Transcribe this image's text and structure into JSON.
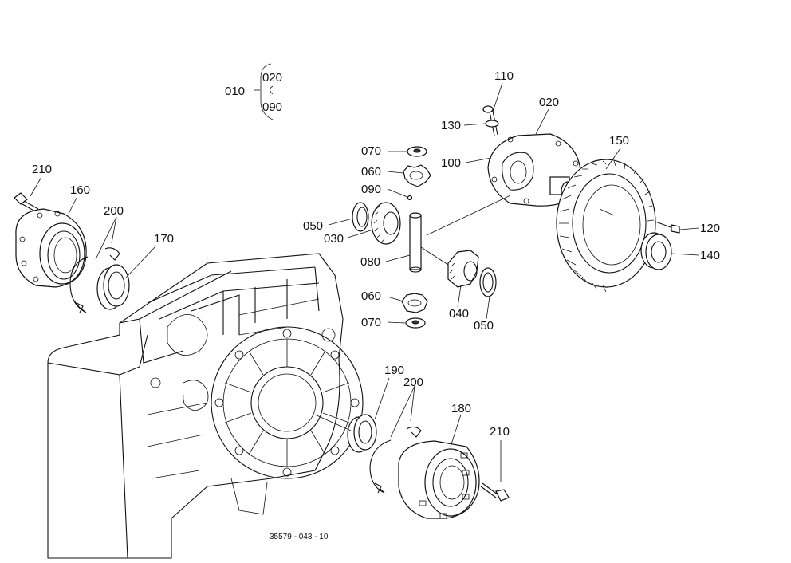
{
  "assembly": {
    "parent": "010",
    "range_start": "020",
    "range_end": "090"
  },
  "labels": {
    "p210_left": "210",
    "p160": "160",
    "p200_left": "200",
    "p170": "170",
    "p070_top": "070",
    "p060_top": "060",
    "p090": "090",
    "p050_left": "050",
    "p030": "030",
    "p080": "080",
    "p060_bottom": "060",
    "p070_bottom": "070",
    "p040": "040",
    "p050_right": "050",
    "p110": "110",
    "p020": "020",
    "p130": "130",
    "p100": "100",
    "p150": "150",
    "p120": "120",
    "p140": "140",
    "p190": "190",
    "p200_right": "200",
    "p180": "180",
    "p210_right": "210"
  },
  "drawing_code": "35579 - 043 - 10"
}
